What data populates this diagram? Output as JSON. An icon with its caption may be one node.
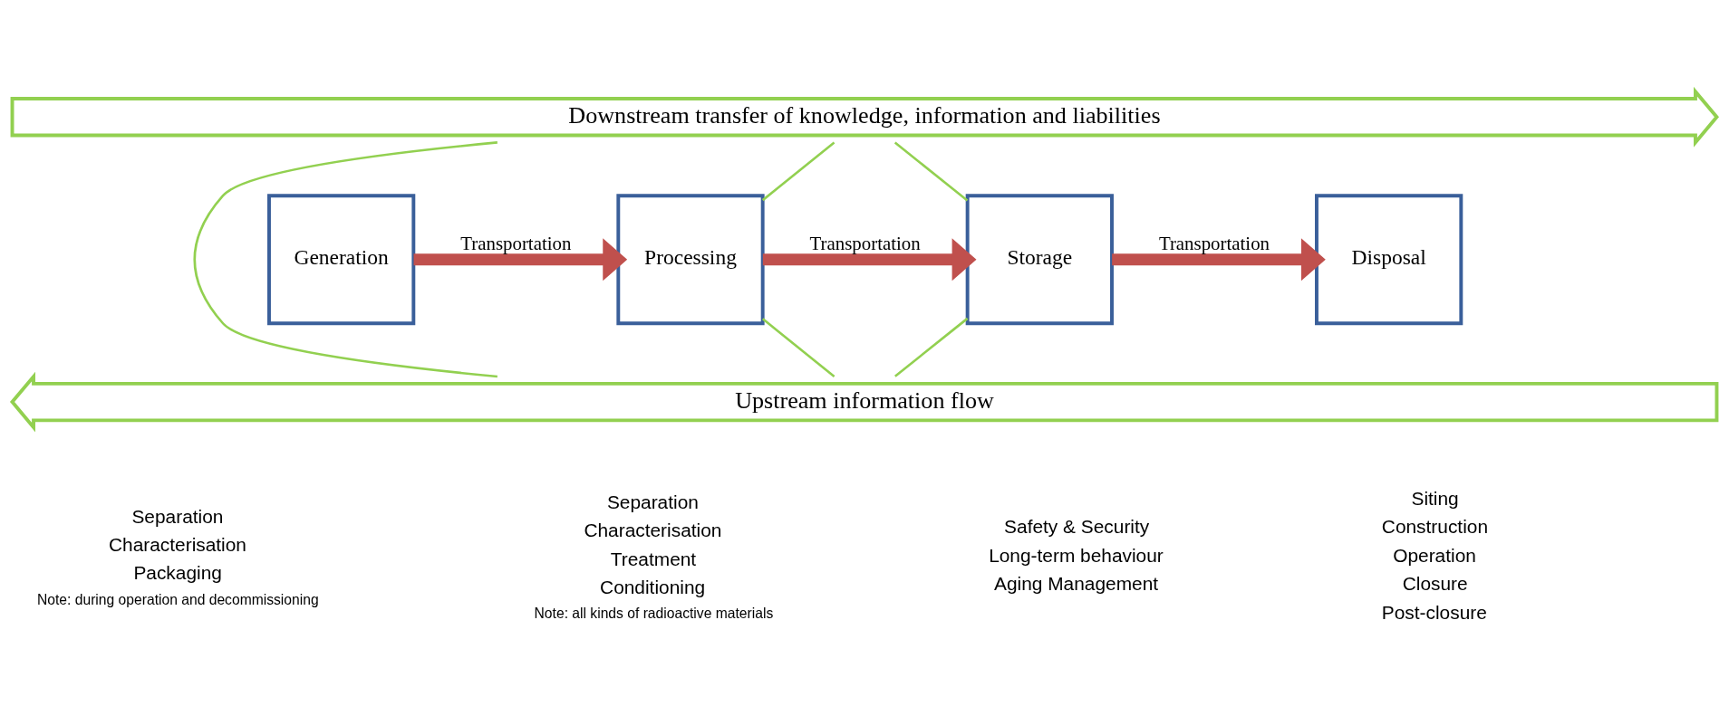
{
  "diagram": {
    "nodes": [
      {
        "text": [
          "Downstream transfer of knowledge, information and liabilities"
        ]
      },
      {
        "text": [
          "Generation"
        ]
      },
      {
        "text": [
          "Processing"
        ]
      },
      {
        "text": [
          "Storage"
        ]
      },
      {
        "text": [
          "Disposal"
        ]
      },
      {
        "text": [
          "Upstream information flow"
        ]
      }
    ],
    "edges": [
      {
        "from": 1,
        "to": 2,
        "arrow": "to",
        "label": "Transportation",
        "style": "thick",
        "color": "#c0504d"
      },
      {
        "from": 2,
        "to": 3,
        "arrow": "to",
        "label": "Transportation",
        "style": "thick",
        "color": "#c0504d"
      },
      {
        "from": 3,
        "to": 4,
        "arrow": "to",
        "label": "Transportation",
        "style": "thick",
        "color": "#c0504d"
      },
      {
        "from": 0,
        "to": 2,
        "arrow": "none"
      },
      {
        "from": 0,
        "to": 3,
        "arrow": "none"
      },
      {
        "from": 2,
        "to": 5,
        "arrow": "none"
      },
      {
        "from": 3,
        "to": 5,
        "arrow": "none"
      },
      {
        "from": 5,
        "to": 0,
        "arrow": "none"
      }
    ],
    "labels": [
      "Separation",
      "Characterisation",
      "Packaging",
      "Note: during operation and decommissioning",
      "Separation",
      "Characterisation",
      "Treatment",
      "Conditioning",
      "Note: all kinds of radioactive materials",
      "Safety & Security",
      "Long-term behaviour",
      "Aging Management",
      "Siting",
      "Construction",
      "Operation",
      "Closure",
      "Post-closure"
    ]
  }
}
